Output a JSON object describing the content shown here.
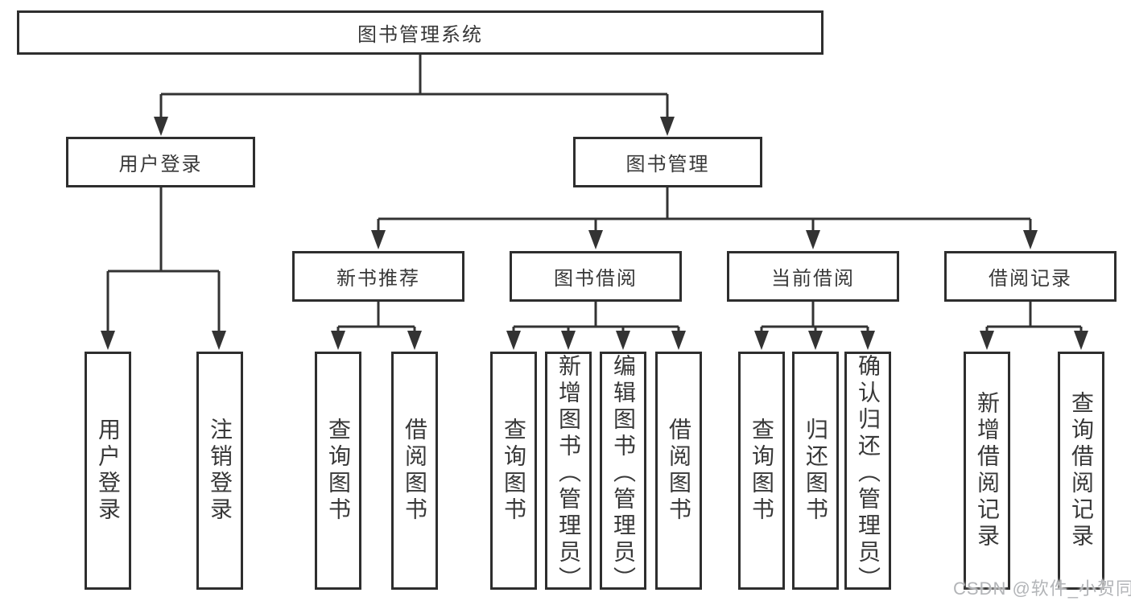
{
  "diagram": {
    "title": "图书管理系统",
    "line_color": "#333333",
    "box_border_color": "#2e2e2e",
    "text_color": "#383838",
    "tree": {
      "root": {
        "label": "图书管理系统"
      },
      "branches": [
        {
          "label": "用户登录",
          "children": [
            {
              "label": "用户登录"
            },
            {
              "label": "注销登录"
            }
          ]
        },
        {
          "label": "图书管理",
          "children": [
            {
              "label": "新书推荐",
              "children": [
                {
                  "label": "查询图书"
                },
                {
                  "label": "借阅图书"
                }
              ]
            },
            {
              "label": "图书借阅",
              "children": [
                {
                  "label": "查询图书"
                },
                {
                  "label": "新增图书（管理员）"
                },
                {
                  "label": "编辑图书（管理员）"
                },
                {
                  "label": "借阅图书"
                }
              ]
            },
            {
              "label": "当前借阅",
              "children": [
                {
                  "label": "查询图书"
                },
                {
                  "label": "归还图书"
                },
                {
                  "label": "确认归还（管理员）"
                }
              ]
            },
            {
              "label": "借阅记录",
              "children": [
                {
                  "label": "新增借阅记录"
                },
                {
                  "label": "查询借阅记录"
                }
              ]
            }
          ]
        }
      ]
    }
  },
  "watermark": {
    "text": "CSDN @软件_小贺同学",
    "color": "#b3b5b8"
  }
}
